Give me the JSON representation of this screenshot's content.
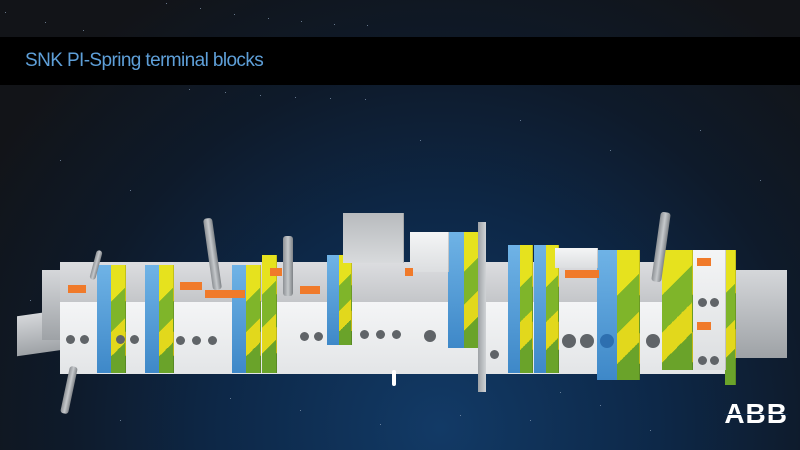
{
  "header": {
    "title": "SNK PI-Spring terminal blocks"
  },
  "branding": {
    "logo_text": "ABB"
  },
  "colors": {
    "title_text": "#5e9fd8",
    "title_bar": "#000000",
    "background_top": "#121418",
    "background_bottom": "#123a66",
    "terminal_white": "#eeeff0",
    "terminal_blue": "#4f9bd8",
    "terminal_green_yellow": "#c6d622",
    "release_lever_orange": "#f07a2a"
  },
  "scene": {
    "subject": "DIN-rail assembly of colored spring terminal blocks",
    "terminal_colors_sequence": [
      "white",
      "white",
      "white",
      "blue",
      "green-yellow",
      "white",
      "white",
      "white",
      "blue",
      "green-yellow",
      "white",
      "white",
      "white",
      "white",
      "blue",
      "green-yellow",
      "white",
      "white",
      "white",
      "white",
      "blue",
      "green-yellow",
      "white",
      "white",
      "white",
      "white",
      "white",
      "white",
      "white",
      "white",
      "blue",
      "green-yellow",
      "white",
      "white",
      "blue",
      "green-yellow",
      "white",
      "white",
      "blue",
      "green-yellow",
      "white",
      "white",
      "blue",
      "green-yellow",
      "white",
      "yellow",
      "green-yellow",
      "white",
      "white",
      "white"
    ]
  }
}
